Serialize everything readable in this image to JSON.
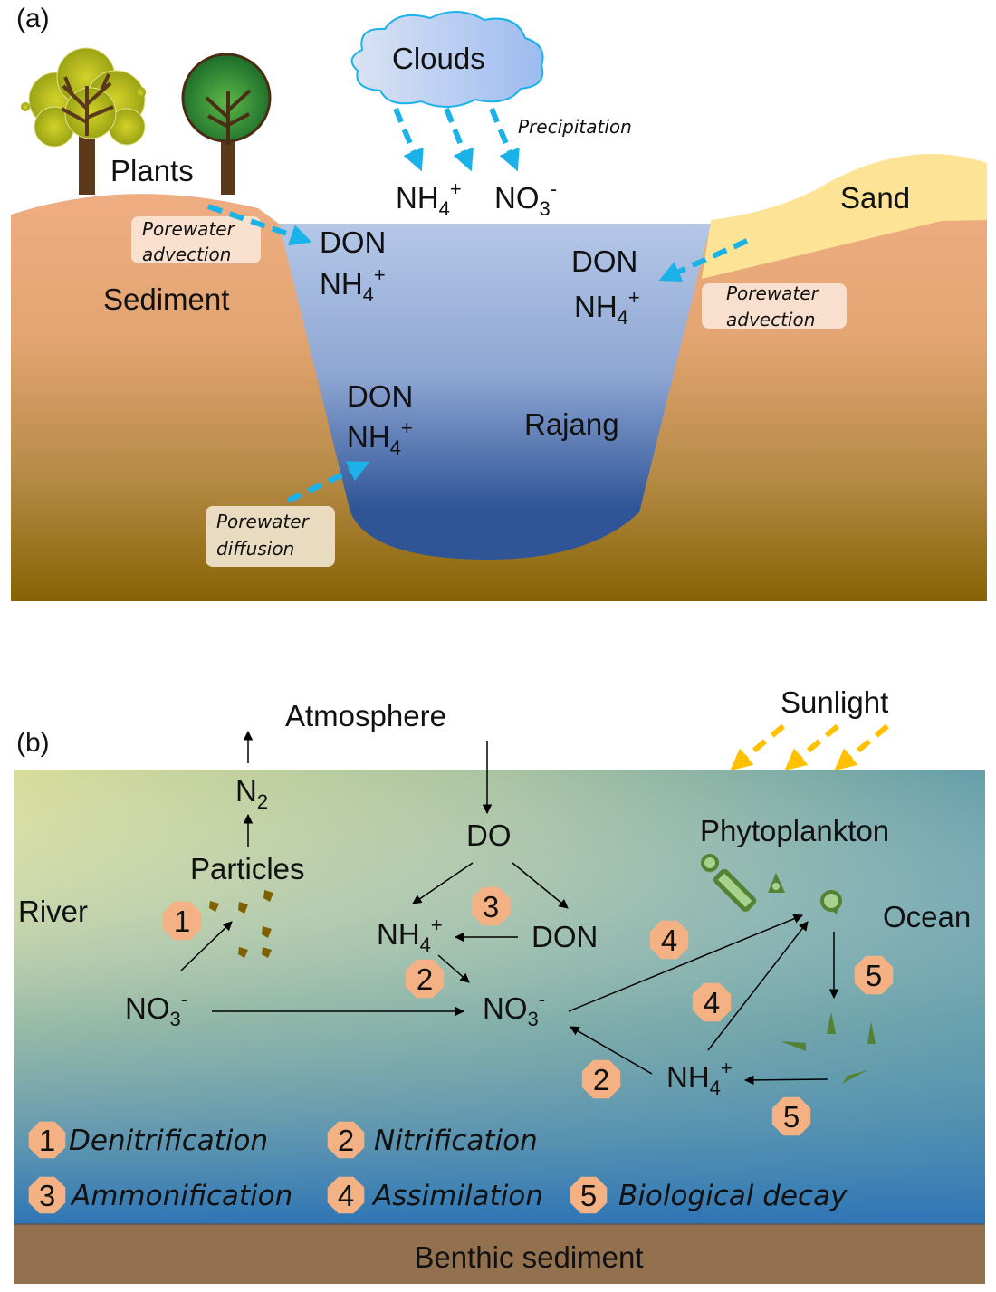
{
  "panel_a": {
    "label": "(a)",
    "clouds": "Clouds",
    "precipitation": "Precipitation",
    "plants": "Plants",
    "sand": "Sand",
    "sediment": "Sediment",
    "river": "Rajang",
    "deposition": {
      "nh4": {
        "base": "NH",
        "sub": "4",
        "sup": "+"
      },
      "no3": {
        "base": "NO",
        "sub": "3",
        "sup": "-"
      }
    },
    "left_box": {
      "line1": "Porewater",
      "line2": "advection"
    },
    "right_box": {
      "line1": "Porewater",
      "line2": "advection"
    },
    "bottom_box": {
      "line1": "Porewater",
      "line2": "diffusion"
    },
    "don": "DON",
    "nh4": {
      "base": "NH",
      "sub": "4",
      "sup": "+"
    }
  },
  "panel_b": {
    "label": "(b)",
    "atmosphere": "Atmosphere",
    "sunlight": "Sunlight",
    "n2": {
      "base": "N",
      "sub": "2"
    },
    "particles": "Particles",
    "river": "River",
    "ocean": "Ocean",
    "phytoplankton": "Phytoplankton",
    "do": "DO",
    "don": "DON",
    "nh4": {
      "base": "NH",
      "sub": "4",
      "sup": "+"
    },
    "no3": {
      "base": "NO",
      "sub": "3",
      "sup": "-"
    },
    "benthic": "Benthic sediment",
    "badge_numbers": [
      "1",
      "2",
      "3",
      "4",
      "5"
    ],
    "legend": [
      {
        "num": "1",
        "text": "Denitrification"
      },
      {
        "num": "2",
        "text": "Nitrification"
      },
      {
        "num": "3",
        "text": "Ammonification"
      },
      {
        "num": "4",
        "text": "Assimilation"
      },
      {
        "num": "5",
        "text": "Biological decay"
      }
    ],
    "colors": {
      "badge": "#f4b183",
      "sunlight": "#ffc000",
      "plankton": "#548235",
      "particle": "#7f6000",
      "benthic": "#93704e"
    }
  }
}
